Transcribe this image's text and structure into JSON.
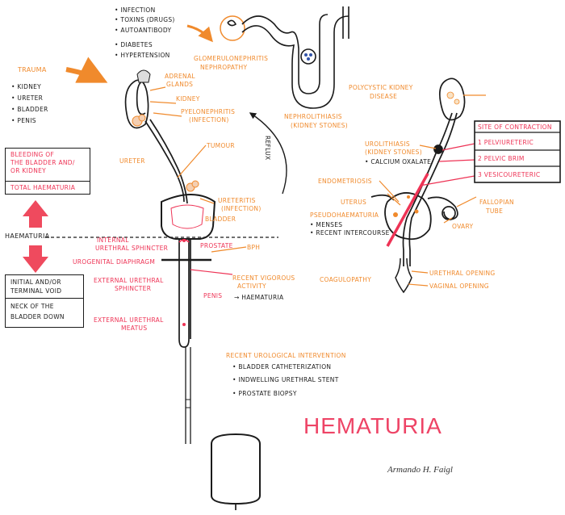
{
  "causes_top": [
    "Infection",
    "Toxins (drugs)",
    "Autoantibody",
    "Diabetes",
    "Hypertension"
  ],
  "glomerulonephritis": [
    "Glomerulonephritis",
    "Nephropathy"
  ],
  "trauma": {
    "title": "Trauma",
    "items": [
      "Kidney",
      "Ureter",
      "Bladder",
      "Penis"
    ]
  },
  "left_box_top": {
    "line1": "Bleeding of",
    "line2": "the bladder and/",
    "line3": "or kidney",
    "line4": "Total haematuria"
  },
  "haematuria_label": "Haematuria",
  "left_box_bottom": {
    "line1": "Initial and/or",
    "line2": "terminal void",
    "line3": "Neck of the",
    "line4": "bladder down"
  },
  "male": {
    "adrenal_glands": [
      "Adrenal",
      "glands"
    ],
    "kidney": "Kidney",
    "pyelonephritis": [
      "Pyelonephritis",
      "(infection)"
    ],
    "ureter": "Ureter",
    "tumour": "Tumour",
    "ureteritis": [
      "Ureteritis",
      "(infection)"
    ],
    "bladder": "Bladder",
    "reflux": "Reflux",
    "internal_sphincter": [
      "Internal",
      "urethral sphincter"
    ],
    "prostate": "Prostate",
    "bph": "BPH",
    "urogenital_diaphragm": "Urogenital diaphragm",
    "external_sphincter": [
      "External urethral",
      "sphincter"
    ],
    "penis": "Penis",
    "external_meatus": [
      "External urethral",
      "meatus"
    ],
    "vigorous_activity": [
      "Recent vigorous",
      "activity"
    ],
    "vigorous_result": "→ Haematuria",
    "coagulopathy": "Coagulopathy"
  },
  "nephrolithiasis": [
    "Nephrolithiasis",
    "(kidney stones)"
  ],
  "female": {
    "polycystic": [
      "Polycystic kidney",
      "disease"
    ],
    "urolithiasis": [
      "Urolithiasis",
      "(kidney stones)"
    ],
    "calcium_oxalate": "Calcium oxalate",
    "endometriosis": "Endometriosis",
    "uterus": "Uterus",
    "fallopian": [
      "Fallopian",
      "tube"
    ],
    "ovary": "Ovary",
    "pseudo": "Pseudohaematuria",
    "pseudo_items": [
      "Menses",
      "Recent intercourse"
    ],
    "urethral_opening": "Urethral opening",
    "vaginal_opening": "Vaginal opening"
  },
  "contraction": {
    "title": "Site of contraction",
    "items": [
      "1 Pelviureteric",
      "2 Pelvic brim",
      "3 Vesicoureteric"
    ]
  },
  "urological": {
    "title": "Recent urological intervention",
    "items": [
      "Bladder catheterization",
      "Indwelling urethral stent",
      "Prostate biopsy"
    ]
  },
  "title": "HEMATURIA",
  "signature": "Armando H. Faigl",
  "colors": {
    "orange": "#f08a2c",
    "red": "#ee3355",
    "ink": "#1b1b1b"
  }
}
